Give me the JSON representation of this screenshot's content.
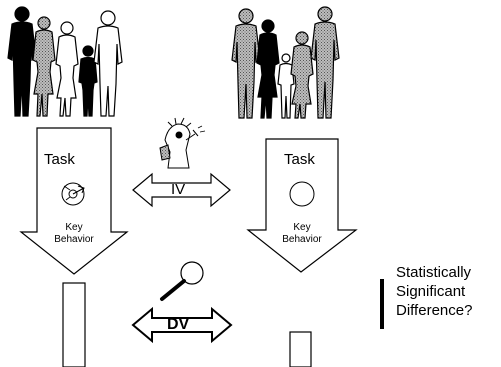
{
  "left_group": {
    "task_label": "Task",
    "key_behavior": [
      "Key",
      "Behavior"
    ]
  },
  "right_group": {
    "task_label": "Task",
    "key_behavior": [
      "Key",
      "Behavior"
    ]
  },
  "iv_label": "IV",
  "dv_label": "DV",
  "conclusion": [
    "Statistically",
    "Significant",
    "Difference?"
  ],
  "colors": {
    "ink": "#000000",
    "paper": "#ffffff",
    "shade": "#9a9a9a"
  },
  "icons": [
    "people-group-icon",
    "scientist-icon",
    "magnifying-glass-icon",
    "target-icon",
    "circle-icon"
  ]
}
